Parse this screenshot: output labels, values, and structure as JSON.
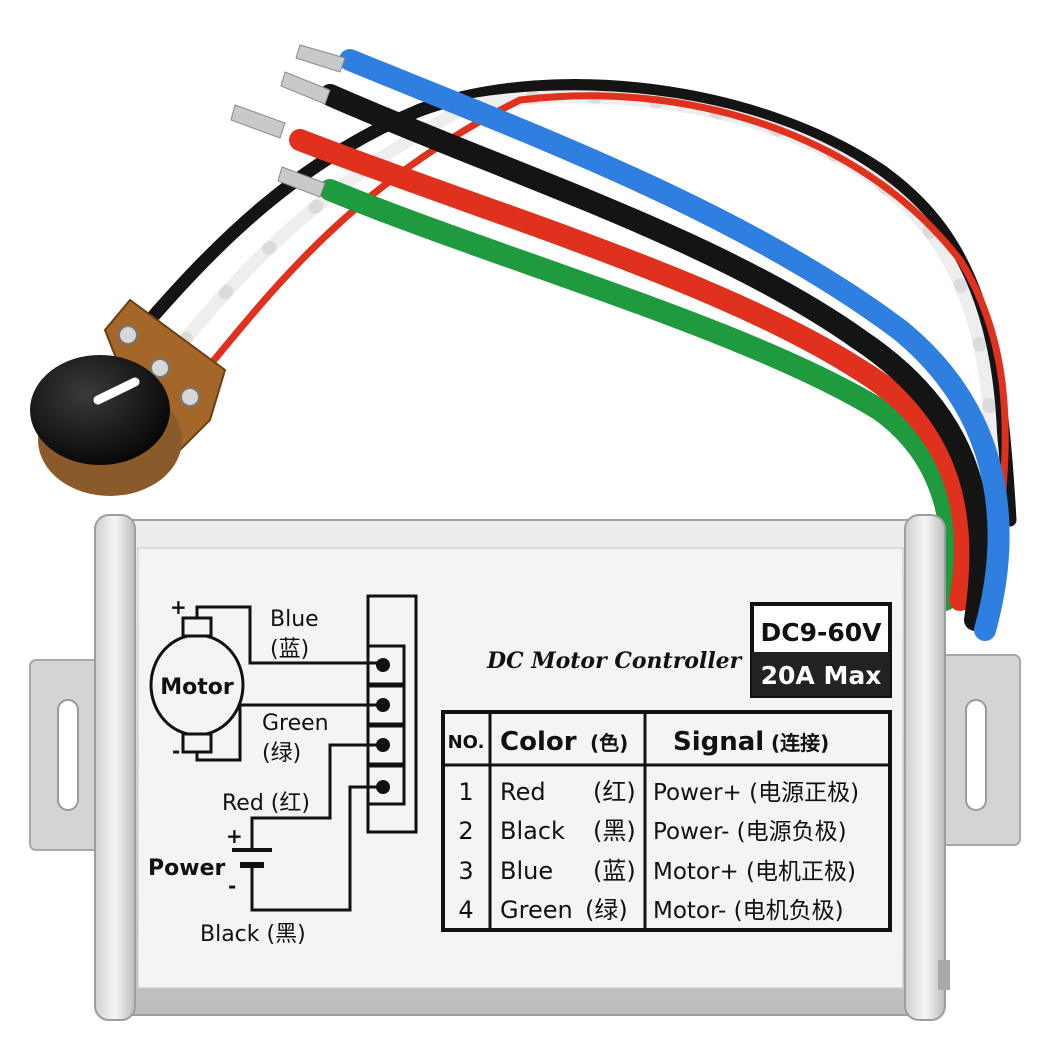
{
  "product": {
    "title": "DC Motor Controller",
    "voltage": "DC9-60V",
    "current": "20A Max"
  },
  "diagram": {
    "motor_label": "Motor",
    "motor_plus": "+",
    "motor_minus": "-",
    "wire_blue_en": "Blue",
    "wire_blue_cn": "(蓝)",
    "wire_green_en": "Green",
    "wire_green_cn": "(绿)",
    "wire_red": "Red (红)",
    "power_label": "Power",
    "power_plus": "+",
    "power_minus": "-",
    "wire_black": "Black (黑)"
  },
  "table": {
    "headers": {
      "no": "NO.",
      "color": "Color",
      "color_cn": "(色)",
      "signal": "Signal",
      "signal_cn": "(连接)"
    },
    "rows": [
      {
        "no": "1",
        "color": "Red",
        "color_cn": "(红)",
        "signal": "Power+ (电源正极)"
      },
      {
        "no": "2",
        "color": "Black",
        "color_cn": "(黑)",
        "signal": "Power- (电源负极)"
      },
      {
        "no": "3",
        "color": "Blue",
        "color_cn": "(蓝)",
        "signal": "Motor+ (电机正极)"
      },
      {
        "no": "4",
        "color": "Green",
        "color_cn": "(绿)",
        "signal": "Motor- (电机负极)"
      }
    ]
  },
  "colors": {
    "wire_blue": "#2f7fe0",
    "wire_black": "#141414",
    "wire_red": "#e0301e",
    "wire_green": "#1f9a3f",
    "wire_white": "#f2f2f2",
    "case": "#d9d9d9",
    "label_bg": "#f4f4f4"
  }
}
